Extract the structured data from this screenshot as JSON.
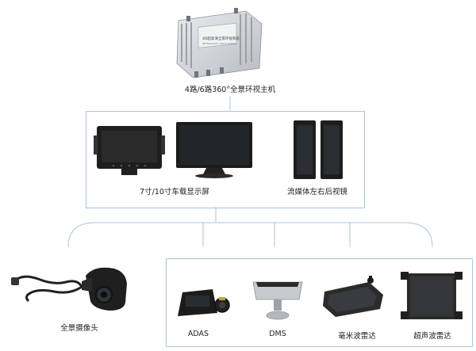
{
  "host_unit": {
    "label": "4路/6路360°全景环视主机",
    "panel_text": "4D超高清全景环视系统",
    "panel_subtext": "4D Panoramic Vision System"
  },
  "displays": {
    "screen_label": "7寸/10寸车载显示屏",
    "mirror_label": "流媒体左右后视镜"
  },
  "peripherals": {
    "camera_label": "全景摄像头",
    "adas_label": "ADAS",
    "dms_label": "DMS",
    "mmwave_label": "毫米波雷达",
    "ultrasonic_label": "超声波雷达"
  },
  "colors": {
    "connector": "#a9c4dc",
    "device_dark": "#2b2b2b",
    "device_metal": "#c9ccd0"
  }
}
